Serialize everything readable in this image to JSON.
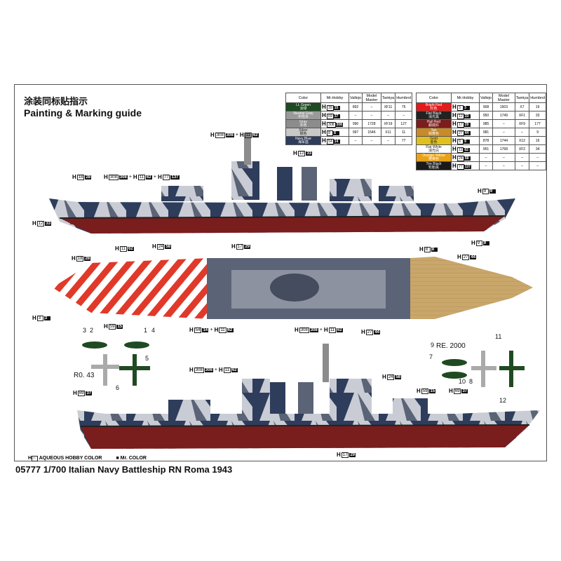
{
  "title_cn": "涂装同标贴指示",
  "title_en": "Painting & Marking guide",
  "table_headers": [
    "Color",
    "Mr.Hobby",
    "Vallejo",
    "Model Master",
    "Tamiya",
    "Humbrol"
  ],
  "table_left": [
    {
      "name": "Lt. Green",
      "cn": "淡绿",
      "hex": "#1f4a22",
      "h": "39",
      "mr": "15",
      "vallejo": "892",
      "mm": "–",
      "tamiya": "XF11",
      "humbrol": "75"
    },
    {
      "name": "Neutral Gray",
      "cn": "中性灰",
      "hex": "#9a9a9a",
      "h": "69",
      "mr": "37",
      "vallejo": "–",
      "mm": "–",
      "tamiya": "–",
      "humbrol": "–"
    },
    {
      "name": "Gray",
      "cn": "灰色",
      "hex": "#8c8c8c",
      "h": "308",
      "mr": "308",
      "vallejo": "990",
      "mm": "1728",
      "tamiya": "XF19",
      "humbrol": "127"
    },
    {
      "name": "Silver",
      "cn": "银色",
      "hex": "#c8c8c8",
      "h": "8",
      "mr": "8",
      "vallejo": "997",
      "mm": "1546",
      "tamiya": "X11",
      "humbrol": "11"
    },
    {
      "name": "Navy Blue",
      "cn": "海军蓝",
      "hex": "#2f3d5c",
      "h": "54",
      "mr": "14",
      "vallejo": "–",
      "mm": "–",
      "tamiya": "–",
      "humbrol": "77"
    }
  ],
  "table_right": [
    {
      "name": "Bright Red",
      "cn": "红色",
      "hex": "#e31b1b",
      "h": "3",
      "mr": "3",
      "vallejo": "908",
      "mm": "1503",
      "tamiya": "X7",
      "humbrol": "19"
    },
    {
      "name": "Flat Black",
      "cn": "消光黑",
      "hex": "#222222",
      "h": "12",
      "mr": "33",
      "vallejo": "950",
      "mm": "1749",
      "tamiya": "XF1",
      "humbrol": "33"
    },
    {
      "name": "Hull Red",
      "cn": "舰底红",
      "hex": "#7a1d1d",
      "h": "17",
      "mr": "29",
      "vallejo": "985",
      "mm": "–",
      "tamiya": "XF9",
      "humbrol": "177"
    },
    {
      "name": "Tan",
      "cn": "棕黄色",
      "hex": "#c98a2a",
      "h": "27",
      "mr": "44",
      "vallejo": "981",
      "mm": "–",
      "tamiya": "–",
      "humbrol": "9"
    },
    {
      "name": "Gold",
      "cn": "金色",
      "hex": "#e0c020",
      "h": "9",
      "mr": "9",
      "vallejo": "878",
      "mm": "1744",
      "tamiya": "X12",
      "humbrol": "16"
    },
    {
      "name": "Flat White",
      "cn": "消光白",
      "hex": "#ffffff",
      "h": "11",
      "mr": "62",
      "vallejo": "951",
      "mm": "1768",
      "tamiya": "XF2",
      "humbrol": "34"
    },
    {
      "name": "Orange Yellow",
      "cn": "橙黄色",
      "hex": "#e8a218",
      "h": "24",
      "mr": "58",
      "vallejo": "–",
      "mm": "–",
      "tamiya": "–",
      "humbrol": "–"
    },
    {
      "name": "Tire Black",
      "cn": "轮胎黑",
      "hex": "#1a1a1a",
      "h": "77",
      "mr": "137",
      "vallejo": "–",
      "mm": "–",
      "tamiya": "–",
      "humbrol": "–"
    }
  ],
  "callouts": [
    {
      "id": "mast-side",
      "codes": [
        [
          "308",
          "308"
        ],
        [
          "11",
          "62"
        ]
      ]
    },
    {
      "id": "funnel-caps",
      "codes": [
        [
          "12",
          "33"
        ]
      ]
    },
    {
      "id": "bow-deck-side",
      "codes": [
        [
          "18",
          "28"
        ]
      ]
    },
    {
      "id": "bow-turret-side",
      "codes": [
        [
          "308",
          "308"
        ],
        [
          "11",
          "62"
        ],
        [
          "77",
          "137"
        ]
      ]
    },
    {
      "id": "stern-side",
      "codes": [
        [
          "9",
          "9"
        ]
      ]
    },
    {
      "id": "waterline",
      "codes": [
        [
          "12",
          "33"
        ]
      ]
    },
    {
      "id": "propeller-shaft",
      "codes": [
        [
          "8",
          "8"
        ]
      ]
    },
    {
      "id": "propeller",
      "codes": [
        [
          "9",
          "9"
        ]
      ]
    },
    {
      "id": "bow-top",
      "codes": [
        [
          "18",
          "28"
        ]
      ]
    },
    {
      "id": "bow-stripes-white",
      "codes": [
        [
          "11",
          "62"
        ]
      ]
    },
    {
      "id": "bow-stripes-orange",
      "codes": [
        [
          "24",
          "58"
        ]
      ]
    },
    {
      "id": "deck-top",
      "codes": [
        [
          "17",
          "29"
        ]
      ]
    },
    {
      "id": "stern-deck",
      "codes": [
        [
          "27",
          "44"
        ]
      ]
    },
    {
      "id": "bow-red",
      "codes": [
        [
          "3",
          "3"
        ]
      ]
    },
    {
      "id": "camo-top-left",
      "codes": [
        [
          "54",
          "14"
        ],
        [
          "11",
          "62"
        ]
      ]
    },
    {
      "id": "camo-top-mid",
      "codes": [
        [
          "308",
          "308"
        ],
        [
          "11",
          "62"
        ]
      ]
    },
    {
      "id": "stern-deck-2",
      "codes": [
        [
          "27",
          "44"
        ]
      ]
    },
    {
      "id": "ro43-green",
      "codes": [
        [
          "59",
          "15"
        ]
      ]
    },
    {
      "id": "mast-side-2",
      "codes": [
        [
          "308",
          "308"
        ],
        [
          "11",
          "62"
        ]
      ]
    },
    {
      "id": "superstructure-2",
      "codes": [
        [
          "24",
          "58"
        ]
      ]
    },
    {
      "id": "ro43-gray",
      "codes": [
        [
          "69",
          "37"
        ]
      ]
    },
    {
      "id": "re2000-gray",
      "codes": [
        [
          "69",
          "37"
        ]
      ]
    },
    {
      "id": "re2000-green",
      "codes": [
        [
          "59",
          "15"
        ]
      ]
    },
    {
      "id": "hull-red-2",
      "codes": [
        [
          "17",
          "29"
        ]
      ]
    }
  ],
  "aircraft": {
    "ro43": "R0. 43",
    "re2000": "RE. 2000",
    "nums": [
      "3",
      "2",
      "1",
      "4",
      "5",
      "6",
      "9",
      "7",
      "10",
      "8",
      "11",
      "12"
    ]
  },
  "legend": {
    "aqueous": "AQUEOUS HOBBY COLOR",
    "mr": "Mr. COLOR",
    "h": "H"
  },
  "caption": "05777 1/700  Italian Navy Battleship RN Roma 1943"
}
